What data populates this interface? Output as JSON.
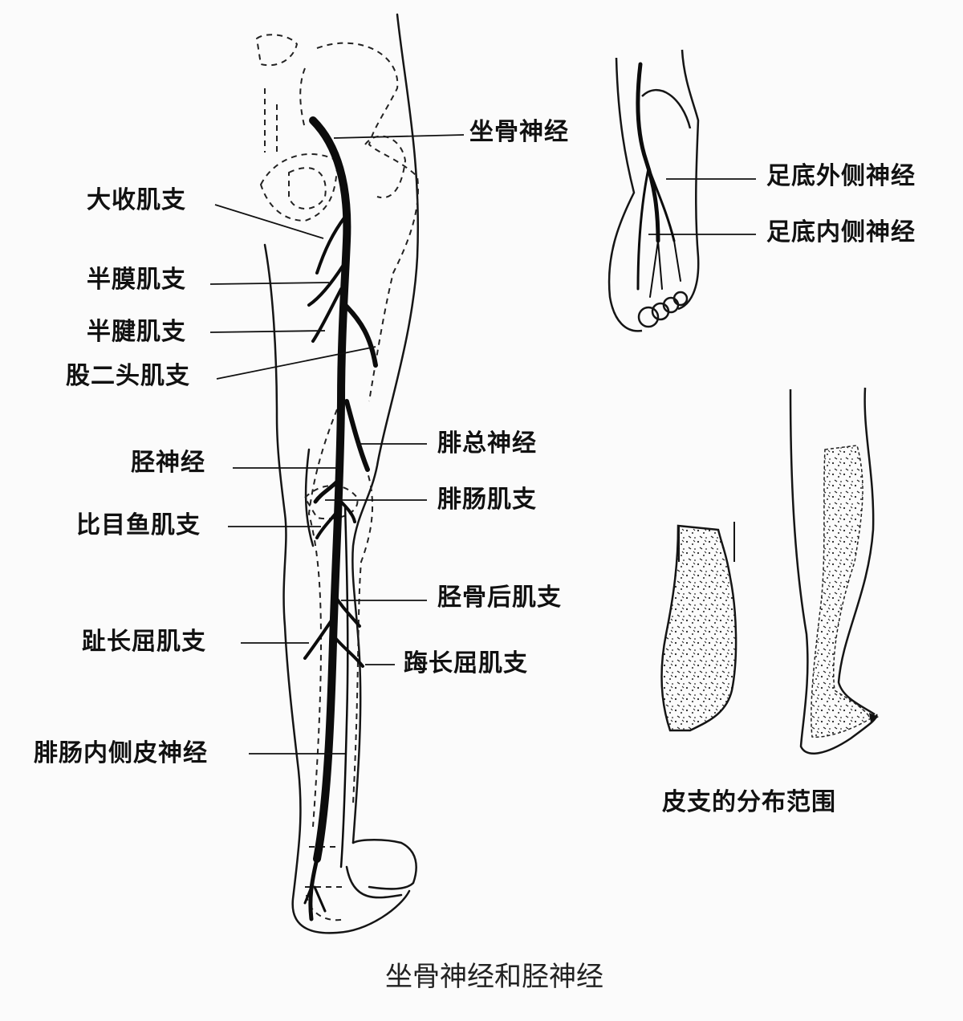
{
  "figure": {
    "title": "坐骨神经和胫神经",
    "background": "#fbfbfb",
    "ink": "#111111"
  },
  "main_leg": {
    "labels_left": [
      {
        "id": "adductor-magnus-branch",
        "text": "大收肌支"
      },
      {
        "id": "semimembranosus-branch",
        "text": "半膜肌支"
      },
      {
        "id": "semitendinosus-branch",
        "text": "半腱肌支"
      },
      {
        "id": "biceps-femoris-branch",
        "text": "股二头肌支"
      },
      {
        "id": "tibial-nerve",
        "text": "胫神经"
      },
      {
        "id": "soleus-branch",
        "text": "比目鱼肌支"
      },
      {
        "id": "flexor-digitorum-longus-branch",
        "text": "趾长屈肌支"
      },
      {
        "id": "medial-sural-cutaneous-nerve",
        "text": "腓肠内侧皮神经"
      }
    ],
    "labels_right": [
      {
        "id": "sciatic-nerve",
        "text": "坐骨神经"
      },
      {
        "id": "common-peroneal-nerve",
        "text": "腓总神经"
      },
      {
        "id": "gastrocnemius-branch",
        "text": "腓肠肌支"
      },
      {
        "id": "tibialis-posterior-branch",
        "text": "胫骨后肌支"
      },
      {
        "id": "flexor-hallucis-longus-branch",
        "text": "踇长屈肌支"
      }
    ]
  },
  "sole_diagram": {
    "labels": [
      {
        "id": "lateral-plantar-nerve",
        "text": "足底外侧神经"
      },
      {
        "id": "medial-plantar-nerve",
        "text": "足底内侧神经"
      }
    ]
  },
  "cutaneous_diagram": {
    "caption": "皮支的分布范围"
  }
}
